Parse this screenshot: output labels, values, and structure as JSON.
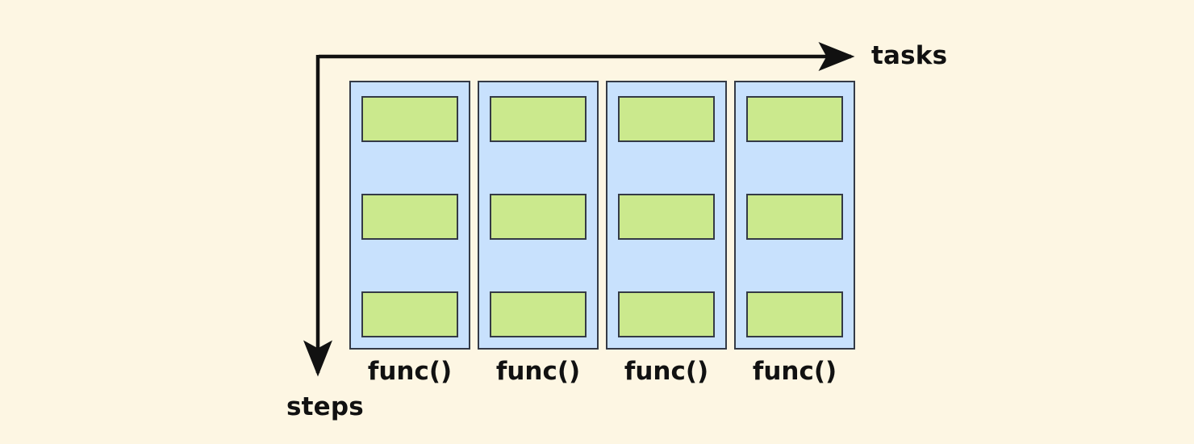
{
  "diagram": {
    "title": "tasks-and-steps-grid",
    "background_color": "#fdf6e3",
    "axes": {
      "horizontal": {
        "label": "tasks",
        "direction": "right",
        "color": "#111111"
      },
      "vertical": {
        "label": "steps",
        "direction": "down",
        "color": "#111111"
      }
    },
    "colors": {
      "background": "#fdf6e3",
      "column_fill": "#c8e1fd",
      "column_stroke": "#343a46",
      "step_fill": "#cbe98d",
      "step_stroke": "#343a46",
      "text": "#111111"
    },
    "columns": [
      {
        "label": "func()",
        "steps": [
          {
            "label": ""
          },
          {
            "label": ""
          },
          {
            "label": ""
          }
        ]
      },
      {
        "label": "func()",
        "steps": [
          {
            "label": ""
          },
          {
            "label": ""
          },
          {
            "label": ""
          }
        ]
      },
      {
        "label": "func()",
        "steps": [
          {
            "label": ""
          },
          {
            "label": ""
          },
          {
            "label": ""
          }
        ]
      },
      {
        "label": "func()",
        "steps": [
          {
            "label": ""
          },
          {
            "label": ""
          },
          {
            "label": ""
          }
        ]
      }
    ],
    "counts": {
      "columns": 4,
      "steps_per_column": 3
    }
  }
}
